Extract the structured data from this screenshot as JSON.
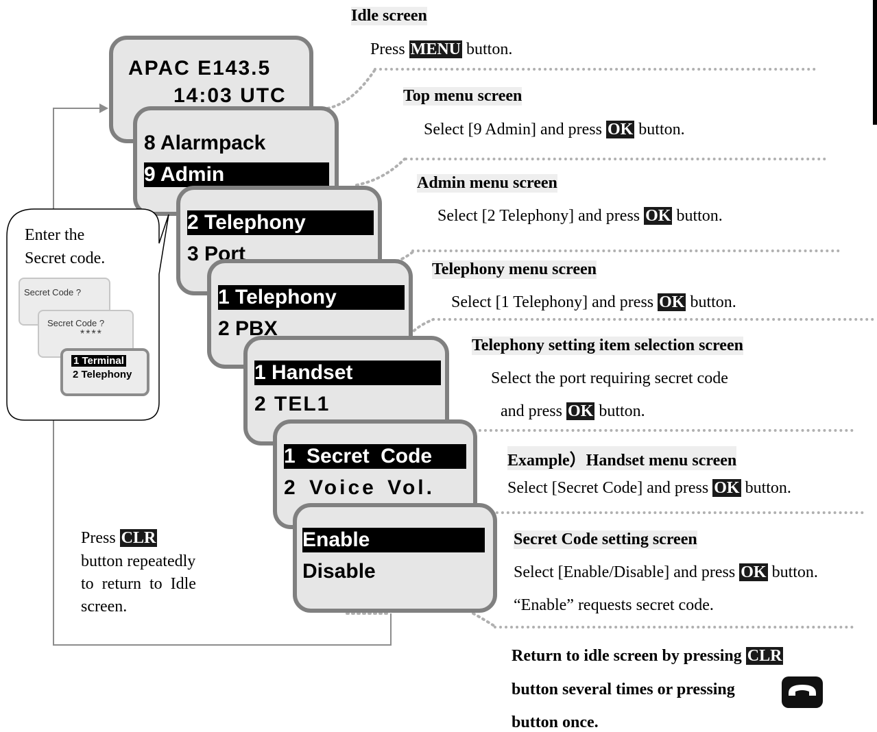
{
  "screens": {
    "idle": {
      "line1": "APAC E143.5",
      "line2": "14:03 UTC"
    },
    "top": {
      "line1": "8 Alarmpack",
      "line2": "9 Admin"
    },
    "admin": {
      "line1": "2 Telephony",
      "line2": "3 Port"
    },
    "telephony": {
      "line1": "1 Telephony",
      "line2": "2 PBX"
    },
    "setting": {
      "line1": "1 Handset",
      "line2": "2 TEL1"
    },
    "handset": {
      "line1": "1 Secret Code",
      "line2": "2 Voice Vol."
    },
    "secret": {
      "line1": "Enable",
      "line2": "Disable"
    }
  },
  "steps": [
    {
      "title": "Idle screen",
      "pre": "Press ",
      "key": "MENU",
      "post": " button."
    },
    {
      "title": "Top menu screen",
      "pre": "Select [9 Admin] and press ",
      "key": "OK",
      "post": " button."
    },
    {
      "title": "Admin menu screen",
      "pre": "Select [2 Telephony] and press ",
      "key": "OK",
      "post": " button."
    },
    {
      "title": "Telephony menu screen",
      "pre": "Select [1 Telephony] and press ",
      "key": "OK",
      "post": " button."
    },
    {
      "title": "Telephony setting item selection screen",
      "line1": "Select the port requiring secret code",
      "pre": "and press ",
      "key": "OK",
      "post": " button."
    },
    {
      "title": "Example）Handset menu screen",
      "pre": "Select [Secret Code] and press ",
      "key": "OK",
      "post": " button."
    },
    {
      "title": "Secret Code setting screen",
      "pre": "Select [Enable/Disable] and press ",
      "key": "OK",
      "post": " button.",
      "line3": "“Enable” requests secret code."
    }
  ],
  "callout": {
    "text1": "Enter the",
    "text2": "Secret code.",
    "mini1": "Secret Code ?",
    "mini2": "Secret Code ?",
    "mini2_value": "****",
    "mini3_line1": "1 Terminal",
    "mini3_line2": "2 Telephony"
  },
  "clr_note": {
    "pre": "Press ",
    "key": "CLR",
    "line2": "button repeatedly",
    "line3": "to return to Idle",
    "line4": "screen."
  },
  "return_note": {
    "pre": "Return to idle screen by pressing ",
    "key": "CLR",
    "line2": "button several times or pressing",
    "line3": "button once.",
    "icon": "handset-hook-icon"
  }
}
